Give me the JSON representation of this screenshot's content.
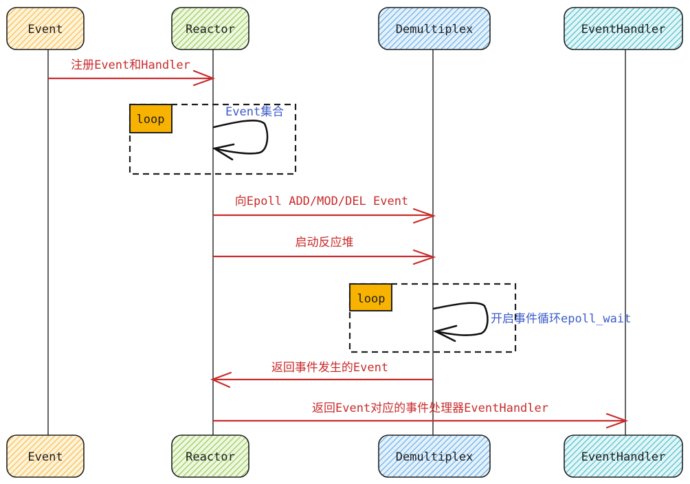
{
  "diagram": {
    "type": "sequence",
    "colors": {
      "message": "#c92a2a",
      "self_note": "#3b5bc9",
      "loop_tag": "#f8b300",
      "lifeline": "#1e1e1e"
    },
    "actors": [
      {
        "id": "event",
        "label": "Event",
        "fill": "#ffd28a",
        "hatch": "#f5b640"
      },
      {
        "id": "reactor",
        "label": "Reactor",
        "fill": "#d3ecae",
        "hatch": "#8cc34a"
      },
      {
        "id": "demultiplex",
        "label": "Demultiplex",
        "fill": "#b9dcf5",
        "hatch": "#5aa8e6"
      },
      {
        "id": "eventhandler",
        "label": "EventHandler",
        "fill": "#b3e8ec",
        "hatch": "#3fb7c7"
      }
    ],
    "messages": [
      {
        "from": "event",
        "to": "reactor",
        "label": "注册Event和Handler"
      },
      {
        "from": "reactor",
        "to": "demultiplex",
        "label": "向Epoll ADD/MOD/DEL Event"
      },
      {
        "from": "reactor",
        "to": "demultiplex",
        "label": "启动反应堆"
      },
      {
        "from": "demultiplex",
        "to": "reactor",
        "label": "返回事件发生的Event"
      },
      {
        "from": "reactor",
        "to": "eventhandler",
        "label": "返回Event对应的事件处理器EventHandler"
      }
    ],
    "loops": [
      {
        "tag": "loop",
        "actor": "reactor",
        "self_label": "Event集合"
      },
      {
        "tag": "loop",
        "actor": "demultiplex",
        "self_label": "开启事件循环epoll_wait"
      }
    ]
  }
}
